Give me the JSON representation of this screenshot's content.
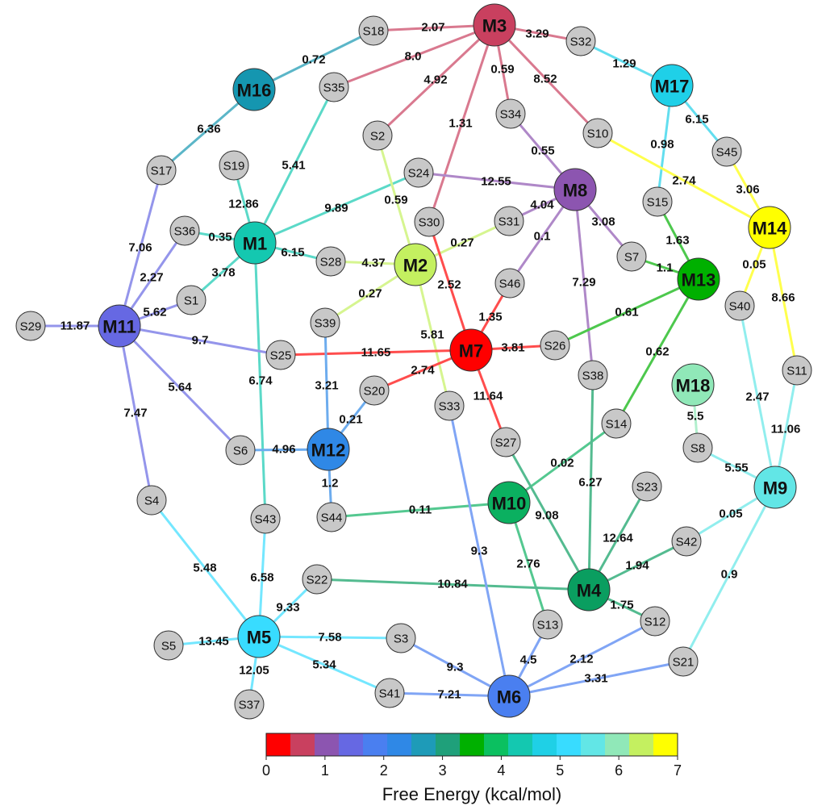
{
  "colorbar": {
    "title": "Free Energy (kcal/mol)",
    "ticks": [
      "0",
      "1",
      "2",
      "3",
      "4",
      "5",
      "6",
      "7"
    ],
    "colors": [
      "#ff0000",
      "#c9405f",
      "#8c55b0",
      "#6668e3",
      "#4a7ff0",
      "#2f88e6",
      "#1e9bb8",
      "#1fa07a",
      "#00b000",
      "#0bc060",
      "#14c8b0",
      "#1fd0e6",
      "#38dcff",
      "#62e6e6",
      "#90e8b8",
      "#c4f060",
      "#ffff00"
    ]
  },
  "nodes": [
    {
      "id": "M3",
      "type": "minimum",
      "energy": 0.5,
      "color": "#c9405f"
    },
    {
      "id": "M16",
      "type": "minimum",
      "energy": 2.9,
      "color": "#1596b0"
    },
    {
      "id": "M17",
      "type": "minimum",
      "energy": 5.2,
      "color": "#1fd0e8"
    },
    {
      "id": "M8",
      "type": "minimum",
      "energy": 0.9,
      "color": "#8c55b0"
    },
    {
      "id": "M1",
      "type": "minimum",
      "energy": 4.2,
      "color": "#14c8b0"
    },
    {
      "id": "M2",
      "type": "minimum",
      "energy": 6.6,
      "color": "#c4f060"
    },
    {
      "id": "M14",
      "type": "minimum",
      "energy": 7.0,
      "color": "#ffff00"
    },
    {
      "id": "M13",
      "type": "minimum",
      "energy": 3.6,
      "color": "#00b000"
    },
    {
      "id": "M11",
      "type": "minimum",
      "energy": 1.3,
      "color": "#6668e3"
    },
    {
      "id": "M7",
      "type": "minimum",
      "energy": 0.0,
      "color": "#ff0000"
    },
    {
      "id": "M18",
      "type": "minimum",
      "energy": 6.2,
      "color": "#90e8b8"
    },
    {
      "id": "M12",
      "type": "minimum",
      "energy": 2.2,
      "color": "#2f88e6"
    },
    {
      "id": "M9",
      "type": "minimum",
      "energy": 5.8,
      "color": "#62e6e6"
    },
    {
      "id": "M10",
      "type": "minimum",
      "energy": 3.9,
      "color": "#0bb060"
    },
    {
      "id": "M4",
      "type": "minimum",
      "energy": 3.3,
      "color": "#0a9e60"
    },
    {
      "id": "M5",
      "type": "minimum",
      "energy": 5.6,
      "color": "#38dcff"
    },
    {
      "id": "M6",
      "type": "minimum",
      "energy": 1.8,
      "color": "#4a7ff0"
    },
    {
      "id": "S18",
      "type": "saddle"
    },
    {
      "id": "S32",
      "type": "saddle"
    },
    {
      "id": "S35",
      "type": "saddle"
    },
    {
      "id": "S34",
      "type": "saddle"
    },
    {
      "id": "S10",
      "type": "saddle"
    },
    {
      "id": "S2",
      "type": "saddle"
    },
    {
      "id": "S17",
      "type": "saddle"
    },
    {
      "id": "S19",
      "type": "saddle"
    },
    {
      "id": "S24",
      "type": "saddle"
    },
    {
      "id": "S45",
      "type": "saddle"
    },
    {
      "id": "S15",
      "type": "saddle"
    },
    {
      "id": "S36",
      "type": "saddle"
    },
    {
      "id": "S30",
      "type": "saddle"
    },
    {
      "id": "S31",
      "type": "saddle"
    },
    {
      "id": "S28",
      "type": "saddle"
    },
    {
      "id": "S7",
      "type": "saddle"
    },
    {
      "id": "S1",
      "type": "saddle"
    },
    {
      "id": "S46",
      "type": "saddle"
    },
    {
      "id": "S40",
      "type": "saddle"
    },
    {
      "id": "S29",
      "type": "saddle"
    },
    {
      "id": "S39",
      "type": "saddle"
    },
    {
      "id": "S25",
      "type": "saddle"
    },
    {
      "id": "S26",
      "type": "saddle"
    },
    {
      "id": "S38",
      "type": "saddle"
    },
    {
      "id": "S11",
      "type": "saddle"
    },
    {
      "id": "S20",
      "type": "saddle"
    },
    {
      "id": "S33",
      "type": "saddle"
    },
    {
      "id": "S14",
      "type": "saddle"
    },
    {
      "id": "S6",
      "type": "saddle"
    },
    {
      "id": "S27",
      "type": "saddle"
    },
    {
      "id": "S8",
      "type": "saddle"
    },
    {
      "id": "S4",
      "type": "saddle"
    },
    {
      "id": "S23",
      "type": "saddle"
    },
    {
      "id": "S44",
      "type": "saddle"
    },
    {
      "id": "S43",
      "type": "saddle"
    },
    {
      "id": "S42",
      "type": "saddle"
    },
    {
      "id": "S22",
      "type": "saddle"
    },
    {
      "id": "S13",
      "type": "saddle"
    },
    {
      "id": "S12",
      "type": "saddle"
    },
    {
      "id": "S5",
      "type": "saddle"
    },
    {
      "id": "S3",
      "type": "saddle"
    },
    {
      "id": "S21",
      "type": "saddle"
    },
    {
      "id": "S41",
      "type": "saddle"
    },
    {
      "id": "S37",
      "type": "saddle"
    }
  ],
  "edges": [
    {
      "from": "M3",
      "to": "S18",
      "label": "2.07"
    },
    {
      "from": "M3",
      "to": "S32",
      "label": "3.29"
    },
    {
      "from": "M3",
      "to": "S35",
      "label": "8.0"
    },
    {
      "from": "M3",
      "to": "S2",
      "label": "4.92"
    },
    {
      "from": "M3",
      "to": "S30",
      "label": "1.31"
    },
    {
      "from": "M3",
      "to": "S34",
      "label": "0.59"
    },
    {
      "from": "M3",
      "to": "S10",
      "label": "8.52"
    },
    {
      "from": "M16",
      "to": "S18",
      "label": "0.72"
    },
    {
      "from": "M16",
      "to": "S17",
      "label": "6.36"
    },
    {
      "from": "M17",
      "to": "S32",
      "label": "1.29"
    },
    {
      "from": "M17",
      "to": "S45",
      "label": "6.15"
    },
    {
      "from": "M17",
      "to": "S15",
      "label": "0.98"
    },
    {
      "from": "M8",
      "to": "S34",
      "label": "0.55"
    },
    {
      "from": "M8",
      "to": "S24",
      "label": "12.55"
    },
    {
      "from": "M8",
      "to": "S31",
      "label": "4.04"
    },
    {
      "from": "M8",
      "to": "S46",
      "label": "0.1"
    },
    {
      "from": "M8",
      "to": "S7",
      "label": "3.08"
    },
    {
      "from": "M8",
      "to": "S38",
      "label": "7.29"
    },
    {
      "from": "M1",
      "to": "S35",
      "label": "5.41"
    },
    {
      "from": "M1",
      "to": "S19",
      "label": "12.86"
    },
    {
      "from": "M1",
      "to": "S24",
      "label": "9.89"
    },
    {
      "from": "M1",
      "to": "S36",
      "label": "0.35"
    },
    {
      "from": "M1",
      "to": "S28",
      "label": "6.15"
    },
    {
      "from": "M1",
      "to": "S1",
      "label": "3.78"
    },
    {
      "from": "M1",
      "to": "S43",
      "label": "6.74"
    },
    {
      "from": "M2",
      "to": "S2",
      "label": "0.59"
    },
    {
      "from": "M2",
      "to": "S31",
      "label": "0.27"
    },
    {
      "from": "M2",
      "to": "S28",
      "label": "4.37"
    },
    {
      "from": "M2",
      "to": "S39",
      "label": "0.27"
    },
    {
      "from": "M2",
      "to": "S33",
      "label": "5.81"
    },
    {
      "from": "M14",
      "to": "S10",
      "label": "2.74"
    },
    {
      "from": "M14",
      "to": "S45",
      "label": "3.06"
    },
    {
      "from": "M14",
      "to": "S40",
      "label": "0.05"
    },
    {
      "from": "M14",
      "to": "S11",
      "label": "8.66"
    },
    {
      "from": "M13",
      "to": "S15",
      "label": "1.63"
    },
    {
      "from": "M13",
      "to": "S7",
      "label": "1.1"
    },
    {
      "from": "M13",
      "to": "S26",
      "label": "0.61"
    },
    {
      "from": "M13",
      "to": "S14",
      "label": "0.62"
    },
    {
      "from": "M11",
      "to": "S17",
      "label": "7.06"
    },
    {
      "from": "M11",
      "to": "S36",
      "label": "2.27"
    },
    {
      "from": "M11",
      "to": "S1",
      "label": "5.62"
    },
    {
      "from": "M11",
      "to": "S29",
      "label": "11.87"
    },
    {
      "from": "M11",
      "to": "S25",
      "label": "9.7"
    },
    {
      "from": "M11",
      "to": "S6",
      "label": "5.64"
    },
    {
      "from": "M11",
      "to": "S4",
      "label": "7.47"
    },
    {
      "from": "M7",
      "to": "S30",
      "label": "2.52"
    },
    {
      "from": "M7",
      "to": "S46",
      "label": "1.35"
    },
    {
      "from": "M7",
      "to": "S25",
      "label": "11.65"
    },
    {
      "from": "M7",
      "to": "S26",
      "label": "3.81"
    },
    {
      "from": "M7",
      "to": "S20",
      "label": "2.74"
    },
    {
      "from": "M7",
      "to": "S27",
      "label": "11.64"
    },
    {
      "from": "M18",
      "to": "S8",
      "label": "5.5"
    },
    {
      "from": "M12",
      "to": "S39",
      "label": "3.21"
    },
    {
      "from": "M12",
      "to": "S20",
      "label": "0.21"
    },
    {
      "from": "M12",
      "to": "S6",
      "label": "4.96"
    },
    {
      "from": "M12",
      "to": "S44",
      "label": "1.2"
    },
    {
      "from": "M9",
      "to": "S40",
      "label": "2.47"
    },
    {
      "from": "M9",
      "to": "S11",
      "label": "11.06"
    },
    {
      "from": "M9",
      "to": "S8",
      "label": "5.55"
    },
    {
      "from": "M9",
      "to": "S42",
      "label": "0.05"
    },
    {
      "from": "M9",
      "to": "S21",
      "label": "0.9"
    },
    {
      "from": "M10",
      "to": "S14",
      "label": "0.02"
    },
    {
      "from": "M10",
      "to": "S44",
      "label": "0.11"
    },
    {
      "from": "M10",
      "to": "S13",
      "label": "2.76"
    },
    {
      "from": "M4",
      "to": "S38",
      "label": "6.27"
    },
    {
      "from": "M4",
      "to": "S27",
      "label": "9.08"
    },
    {
      "from": "M4",
      "to": "S23",
      "label": "12.64"
    },
    {
      "from": "M4",
      "to": "S42",
      "label": "1.94"
    },
    {
      "from": "M4",
      "to": "S22",
      "label": "10.84"
    },
    {
      "from": "M4",
      "to": "S12",
      "label": "1.75"
    },
    {
      "from": "M5",
      "to": "S4",
      "label": "5.48"
    },
    {
      "from": "M5",
      "to": "S43",
      "label": "6.58"
    },
    {
      "from": "M5",
      "to": "S22",
      "label": "9.33"
    },
    {
      "from": "M5",
      "to": "S5",
      "label": "13.45"
    },
    {
      "from": "M5",
      "to": "S3",
      "label": "7.58"
    },
    {
      "from": "M5",
      "to": "S41",
      "label": "5.34"
    },
    {
      "from": "M5",
      "to": "S37",
      "label": "12.05"
    },
    {
      "from": "M6",
      "to": "S33",
      "label": "9.3"
    },
    {
      "from": "M6",
      "to": "S3",
      "label": "9.3"
    },
    {
      "from": "M6",
      "to": "S13",
      "label": "4.5"
    },
    {
      "from": "M6",
      "to": "S12",
      "label": "2.12"
    },
    {
      "from": "M6",
      "to": "S21",
      "label": "3.31"
    },
    {
      "from": "M6",
      "to": "S41",
      "label": "7.21"
    }
  ]
}
